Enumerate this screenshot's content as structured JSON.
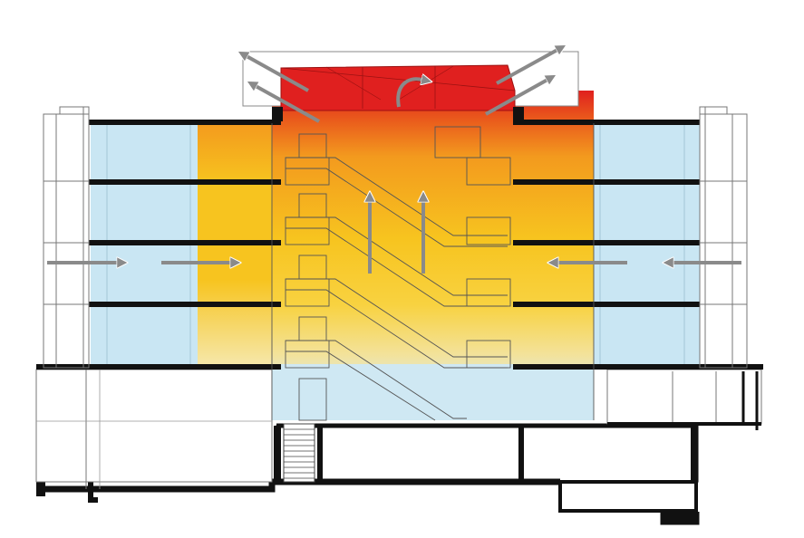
{
  "diagram": {
    "type": "building-section-ventilation",
    "colors": {
      "background": "#ffffff",
      "perimeter_zone": "#c9e6f3",
      "atrium_hot": "#e0201f",
      "atrium_warm": "#f39a1e",
      "atrium_mid": "#f7c41f",
      "atrium_cool": "#cfe8f3",
      "floor_slab": "#111111",
      "outline": "#555555",
      "arrow": "#8a8a8a",
      "arrow_outline": "#ffffff"
    },
    "zones": [
      "perimeter-office-left",
      "atrium-core",
      "perimeter-office-right",
      "rooftop-plenum",
      "basement"
    ],
    "airflow": {
      "inflow_arrows": 4,
      "rising_arrows": 2,
      "exhaust_arrows": 4,
      "recirculation_arrows": 1
    },
    "icons": [
      "inflow-arrow-icon",
      "rising-air-arrow-icon",
      "exhaust-arrow-icon",
      "recirculation-arrow-icon"
    ]
  }
}
